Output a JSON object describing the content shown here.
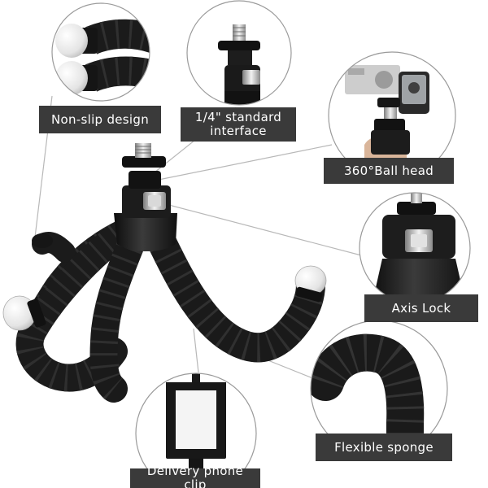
{
  "callouts": {
    "non_slip": "Non-slip design",
    "interface_line1": "1/4\" standard",
    "interface_line2": "interface",
    "ball_head": "360°Ball head",
    "axis_lock": "Axis Lock",
    "flexible_sponge": "Flexible sponge",
    "phone_clip": "Delivery phone clip"
  },
  "colors": {
    "foam": "#1b1b1b",
    "foam_ridge": "#2e2e2e",
    "foot": "#ececec",
    "label_bg": "#3a3a3a",
    "circle_stroke": "#9a9a9a",
    "leader_line": "#b8b8b8"
  }
}
